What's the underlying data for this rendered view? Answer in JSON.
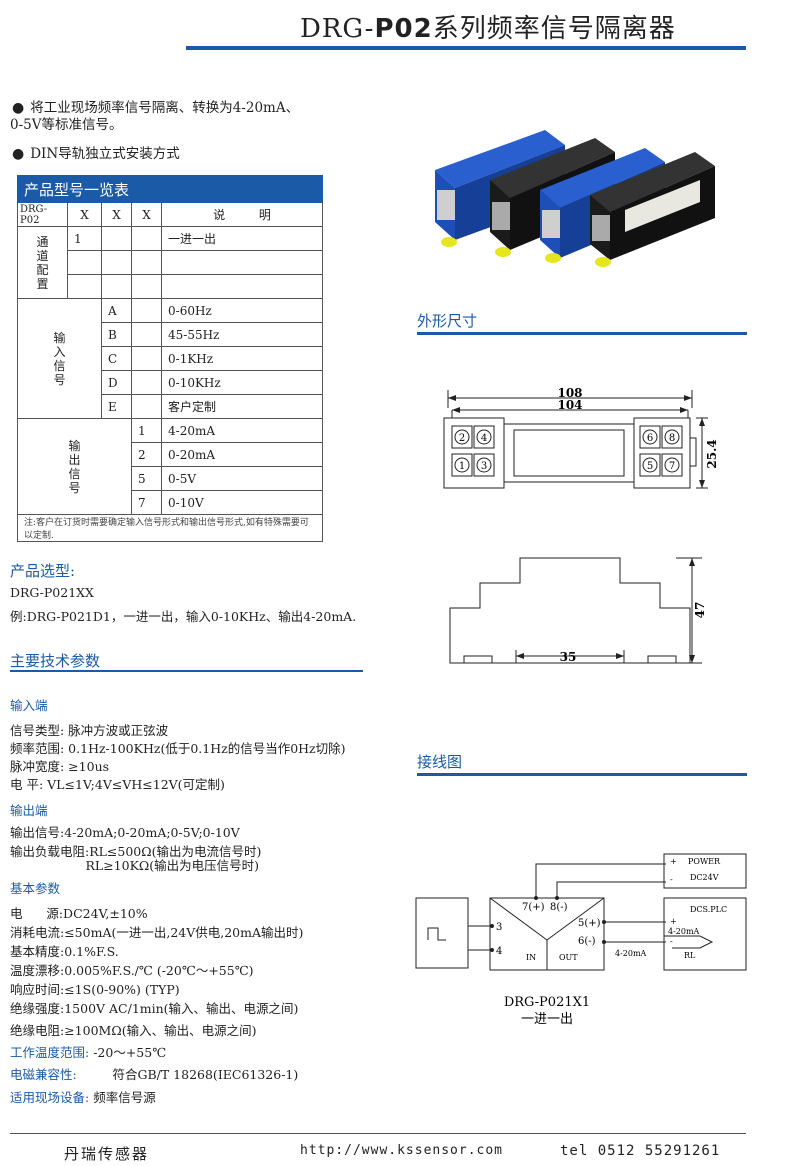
{
  "header": {
    "title_prefix": "DRG-",
    "title_code": "P02",
    "title_suffix": "系列频率信号隔离器"
  },
  "bullets": [
    "将工业现场频率信号隔离、转换为4-20mA、",
    "0-5V等标准信号。",
    "DIN导轨独立式安装方式"
  ],
  "table": {
    "title": "产品型号一览表",
    "head": [
      "DRG-P02",
      "X",
      "X",
      "X",
      "说  明"
    ],
    "channel_label": "通\n道\n配\n置",
    "channel_rows": [
      {
        "code": "1",
        "desc": "一进一出"
      }
    ],
    "input_label": "输\n入\n信\n号",
    "input_rows": [
      {
        "code": "A",
        "desc": "0-60Hz"
      },
      {
        "code": "B",
        "desc": "45-55Hz"
      },
      {
        "code": "C",
        "desc": "0-1KHz"
      },
      {
        "code": "D",
        "desc": "0-10KHz"
      },
      {
        "code": "E",
        "desc": "客户定制"
      }
    ],
    "output_label": "输\n出\n信\n号",
    "output_rows": [
      {
        "code": "1",
        "desc": "4-20mA"
      },
      {
        "code": "2",
        "desc": "0-20mA"
      },
      {
        "code": "5",
        "desc": "0-5V"
      },
      {
        "code": "7",
        "desc": "0-10V"
      }
    ],
    "note": "注:客户在订货时需要确定输入信号形式和输出信号形式,如有特殊需要可以定制."
  },
  "selection": {
    "title": "产品选型:",
    "model": "DRG-P021XX",
    "example": "例:DRG-P021D1，一进一出，输入0-10KHz、输出4-20mA."
  },
  "params": {
    "title": "主要技术参数",
    "input_title": "输入端",
    "input_lines": [
      "信号类型: 脉冲方波或正弦波",
      "频率范围:  0.1Hz-100KHz(低于0.1Hz的信号当作0Hz切除)",
      "脉冲宽度:  ≥10us",
      "电        平:  VL≤1V;4V≤VH≤12V(可定制)"
    ],
    "output_title": "输出端",
    "output_lines": [
      "输出信号:4-20mA;0-20mA;0-5V;0-10V",
      "输出负载电阻:RL≤500Ω(输出为电流信号时)",
      "                   RL≥10KΩ(输出为电压信号时)"
    ],
    "basic_title": "基本参数",
    "basic_lines": [
      "电      源:DC24V,±10%",
      "消耗电流:≤50mA(一进一出,24V供电,20mA输出时)",
      "基本精度:0.1%F.S.",
      "温度漂移:0.005%F.S./℃  (-20℃～+55℃)",
      "响应时间:≤1S(0-90%) (TYP)",
      "绝缘强度:1500V AC/1min(输入、输出、电源之间)",
      "绝缘电阻:≥100MΩ(输入、输出、电源之间)"
    ],
    "temp_label": "工作温度范围:",
    "temp_value": " -20～+55℃",
    "emc_label": "电磁兼容性:",
    "emc_value": "         符合GB/T 18268(IEC61326-1)",
    "app_label": "适用现场设备:",
    "app_value": " 频率信号源"
  },
  "dimensions": {
    "title": "外形尺寸",
    "w1": "108",
    "w2": "104",
    "h1": "25.4",
    "h2": "47",
    "base": "35",
    "pins": [
      "2",
      "4",
      "6",
      "8",
      "1",
      "3",
      "5",
      "7"
    ]
  },
  "wiring": {
    "title": "接线图",
    "power": "POWER",
    "dc": "DC24V",
    "dcs": "DCS.PLC",
    "t7": "7(+)",
    "t8": "8(-)",
    "t3": "3",
    "t4": "4",
    "t5": "5(+)",
    "t6": "6(-)",
    "out_sig": "4-20mA",
    "out_sig2": "4-20mA",
    "rl": "RL",
    "in": "IN",
    "out": "OUT",
    "plus": "+",
    "minus": "-",
    "model": "DRG-P021X1",
    "mode": "一进一出"
  },
  "footer": {
    "company": "丹瑞传感器",
    "web": "http://www.kssensor.com",
    "tel": "tel 0512 55291261"
  },
  "colors": {
    "accent": "#1b5aa6",
    "device_blue": "#1e4fb8",
    "device_black": "#1b1b1b",
    "terminal_yellow": "#e6e61e"
  }
}
